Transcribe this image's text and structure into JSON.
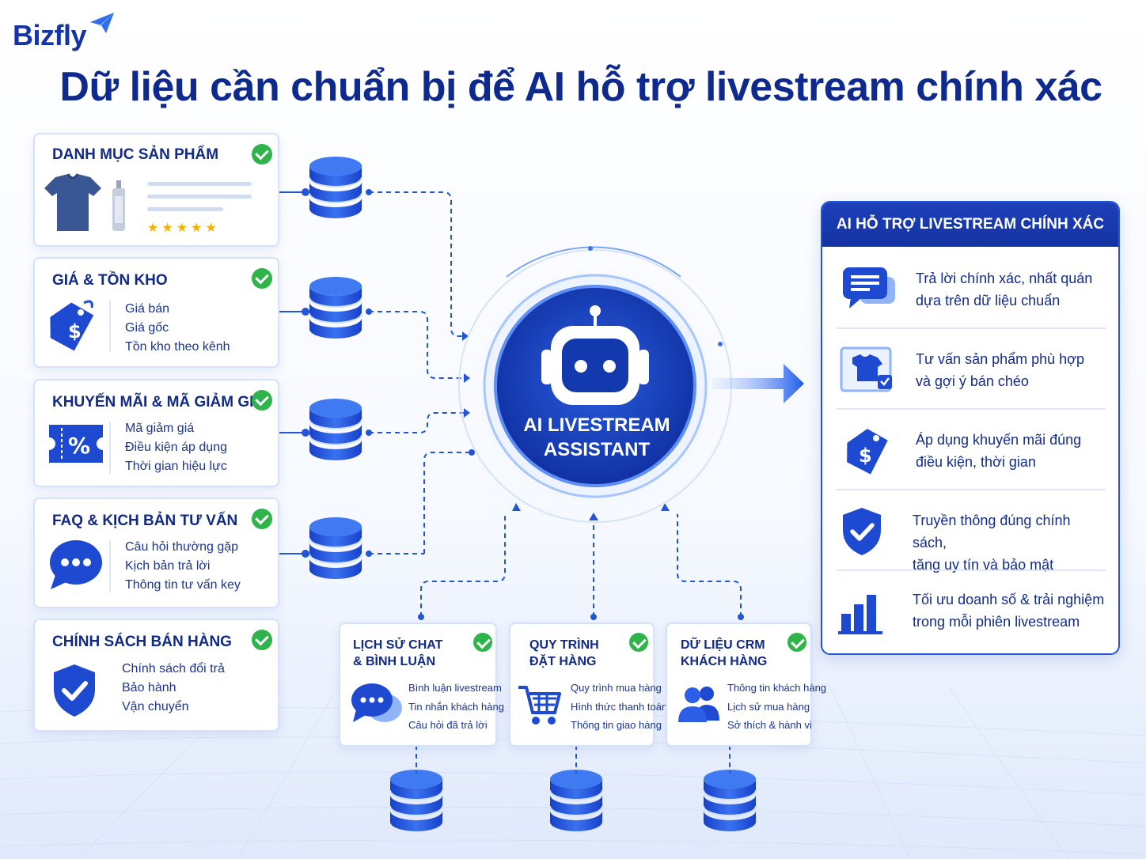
{
  "brand": {
    "logo_text": "Bizfly"
  },
  "title": "Dữ liệu cần chuẩn bị để AI hỗ trợ livestream chính xác",
  "colors": {
    "primary": "#1433a2",
    "accent": "#2256d6",
    "check": "#2fb44b",
    "star": "#f5b301"
  },
  "sources_left": [
    {
      "title": "DANH MỤC SẢN PHẨM",
      "icon": "tshirt-bottle-icon",
      "rating": 5,
      "items": []
    },
    {
      "title": "GIÁ & TỒN KHO",
      "icon": "price-tag-icon",
      "items": [
        "Giá bán",
        "Giá gốc",
        "Tồn kho theo kênh"
      ]
    },
    {
      "title": "KHUYẾN MÃI & MÃ GIẢM GIÁ",
      "icon": "coupon-icon",
      "items": [
        "Mã giảm giá",
        "Điều kiện áp dụng",
        "Thời gian hiệu lực"
      ]
    },
    {
      "title": "FAQ & KỊCH BẢN TƯ VẤN",
      "icon": "chat-bubble-icon",
      "items": [
        "Câu hỏi thường gặp",
        "Kịch bản trả lời",
        "Thông tin tư vấn key"
      ]
    },
    {
      "title": "CHÍNH SÁCH BÁN HÀNG",
      "icon": "shield-check-icon",
      "items": [
        "Chính sách đổi trả",
        "Bảo hành",
        "Vận chuyển"
      ]
    }
  ],
  "sources_bottom": [
    {
      "title_1": "LỊCH SỬ CHAT",
      "title_2": "& BÌNH LUẬN",
      "icon": "chat-bubbles-icon",
      "items": [
        "Bình luận livestream",
        "Tin nhắn khách hàng",
        "Câu hỏi đã trả lời"
      ]
    },
    {
      "title_1": "QUY TRÌNH",
      "title_2": "ĐẶT HÀNG",
      "icon": "cart-icon",
      "items": [
        "Quy trình mua hàng",
        "Hình thức thanh toán",
        "Thông tin giao hàng"
      ]
    },
    {
      "title_1": "DỮ LIỆU CRM",
      "title_2": "KHÁCH HÀNG",
      "icon": "users-icon",
      "items": [
        "Thông tin khách hàng",
        "Lịch sử mua hàng",
        "Sở thích & hành vi"
      ]
    }
  ],
  "hub": {
    "line1": "AI LIVESTREAM",
    "line2": "ASSISTANT",
    "icon": "robot-icon"
  },
  "benefits_panel": {
    "title": "AI HỖ TRỢ LIVESTREAM CHÍNH XÁC",
    "items": [
      {
        "icon": "message-icon",
        "line1": "Trả lời chính xác, nhất quán",
        "line2": "dựa trên dữ liệu chuẩn"
      },
      {
        "icon": "product-advice-icon",
        "line1": "Tư vấn sản phẩm phù hợp",
        "line2": "và gợi ý bán chéo"
      },
      {
        "icon": "price-tag-icon",
        "line1": "Áp dụng khuyến mãi đúng",
        "line2": "điều kiện, thời gian"
      },
      {
        "icon": "shield-check-icon",
        "line1": "Truyền thông đúng chính sách,",
        "line2": "tăng uy tín và bảo mật"
      },
      {
        "icon": "bar-chart-icon",
        "line1": "Tối ưu doanh số & trải nghiệm",
        "line2": "trong mỗi phiên livestream"
      }
    ]
  }
}
